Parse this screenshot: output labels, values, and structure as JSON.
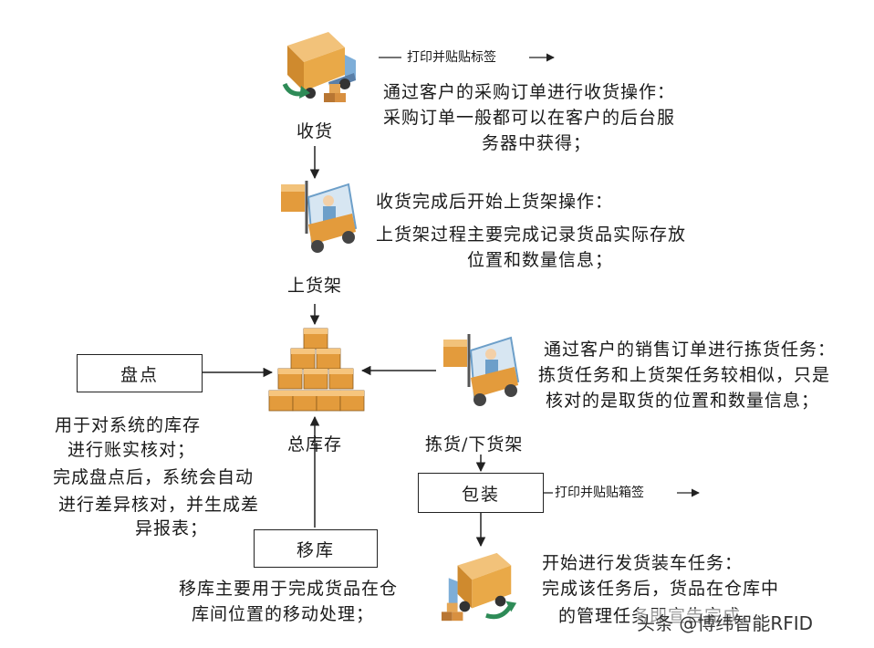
{
  "nodes": {
    "receive": "收货",
    "shelve": "上货架",
    "inventory": "总库存",
    "pick": "拣货/下货架",
    "count": "盘点",
    "pack": "包装",
    "move": "移库"
  },
  "notes": {
    "print_label_top": "打印并贴贴标签",
    "receive_desc": [
      "通过客户的采购订单进行收货操作：",
      "采购订单一般都可以在客户的后台服",
      "务器中获得；"
    ],
    "shelve_desc": [
      "收货完成后开始上货架操作：",
      "上货架过程主要完成记录货品实际存放",
      "位置和数量信息；"
    ],
    "pick_desc": [
      "通过客户的销售订单进行拣货任务：",
      "拣货任务和上货架任务较相似，只是",
      "核对的是取货的位置和数量信息；"
    ],
    "count_desc": [
      "用于对系统的库存",
      "进行账实核对；",
      "完成盘点后，系统会自动",
      "进行差异核对，并生成差",
      "异报表；"
    ],
    "print_label_pack": "打印并贴贴箱签",
    "move_desc": [
      "移库主要用于完成货品在仓",
      "库间位置的移动处理；"
    ],
    "ship_desc": [
      "开始进行发货装车任务：",
      "完成该任务后，货品在仓库中",
      "的管理任务即宣告完成。"
    ]
  },
  "watermark": "头条 @博纬智能RFID",
  "icons": [
    "delivery-truck-icon",
    "forklift-icon",
    "box-pyramid-icon",
    "forklift-icon",
    "delivery-truck-icon"
  ],
  "colors": {
    "box_orange": "#e39b3c",
    "truck_blue": "#6d9fc9",
    "arrow_green": "#2e8b57",
    "line": "#222222"
  }
}
